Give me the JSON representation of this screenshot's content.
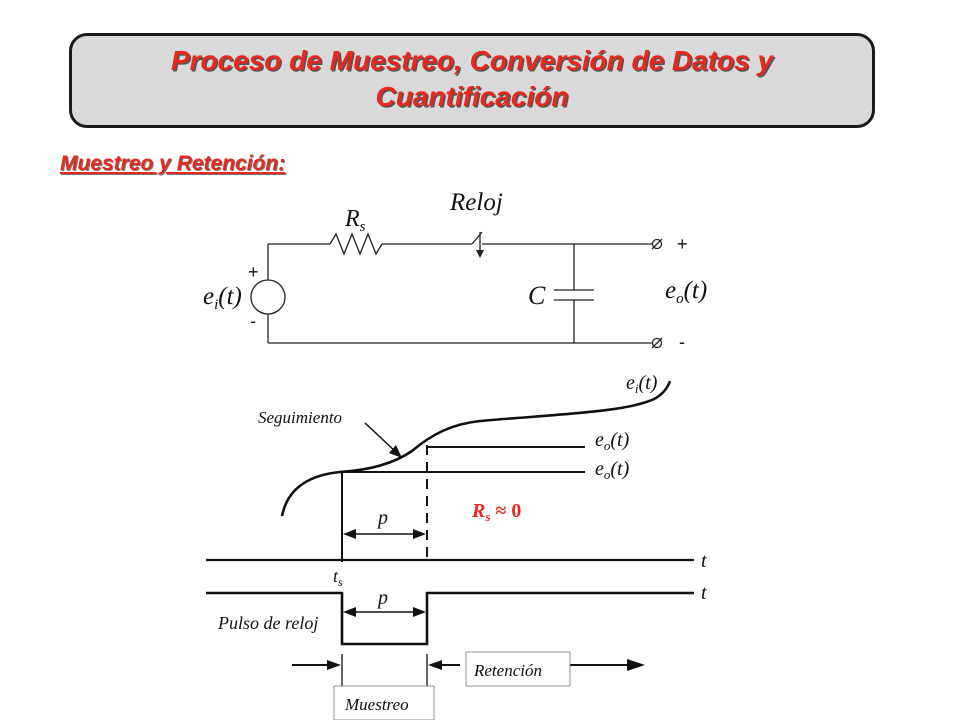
{
  "title": {
    "line1": "Proceso de Muestreo, Conversión de Datos y",
    "line2": "Cuantificación"
  },
  "section": "Muestreo y Retención:",
  "circuit": {
    "resistor": "R",
    "resistor_sub": "s",
    "clock": "Reloj",
    "capacitor": "C",
    "source_e": "e",
    "source_sub": "i",
    "source_arg": "(t)",
    "out_e": "e",
    "out_sub": "o",
    "out_arg": "(t)",
    "plus": "+",
    "minus": "-"
  },
  "waveform": {
    "ei_e": "e",
    "ei_sub": "i",
    "ei_arg": "(t)",
    "seguimiento": "Seguimiento",
    "eo1_e": "e",
    "eo1_sub": "o",
    "eo1_arg": "(t)",
    "eo2_e": "e",
    "eo2_sub": "o",
    "eo2_arg": "(t)",
    "rs_r": "R",
    "rs_sub": "s",
    "rs_tail": " ≈ 0",
    "p1": "p",
    "t1": "t",
    "ts_t": "t",
    "ts_sub": "s",
    "p2": "p",
    "t2": "t",
    "pulso": "Pulso de reloj",
    "retencion": "Retención",
    "muestreo": "Muestreo"
  },
  "colors": {
    "title_red": "#e8271d",
    "rs_red": "#e8271d",
    "title_bg": "#d9d9d9"
  }
}
